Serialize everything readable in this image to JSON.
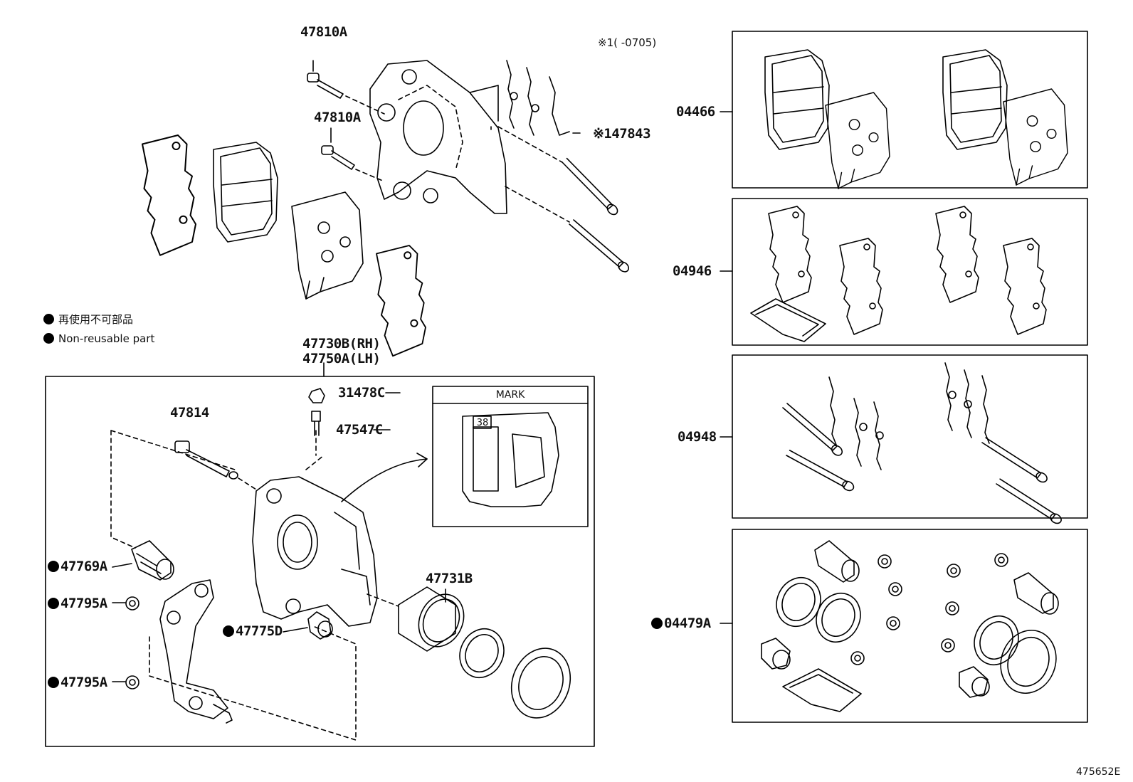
{
  "note": {
    "symbol_jp": "再使用不可部品",
    "symbol_en": "Non-reusable part",
    "range": "※1(      -0705)"
  },
  "mark_box": {
    "title": "MARK",
    "number": "38"
  },
  "labels": {
    "bolt_upper": "47810A",
    "bolt_lower": "47810A",
    "spring": "※147843",
    "caliper": "47730B(RH)",
    "caliper_lh": "47750A(LH)",
    "bleeder_cap": "31478C",
    "bleeder_plug": "47547C",
    "pin": "47814",
    "bushing": "47769A",
    "washer_upper": "47795A",
    "washer_lower": "47795A",
    "boot": "47775D",
    "piston": "47731B",
    "pad_kit": "04466",
    "shim_kit": "04946",
    "fitting_kit": "04948",
    "seal_kit": "04479A",
    "illustration_no": "475652E"
  }
}
